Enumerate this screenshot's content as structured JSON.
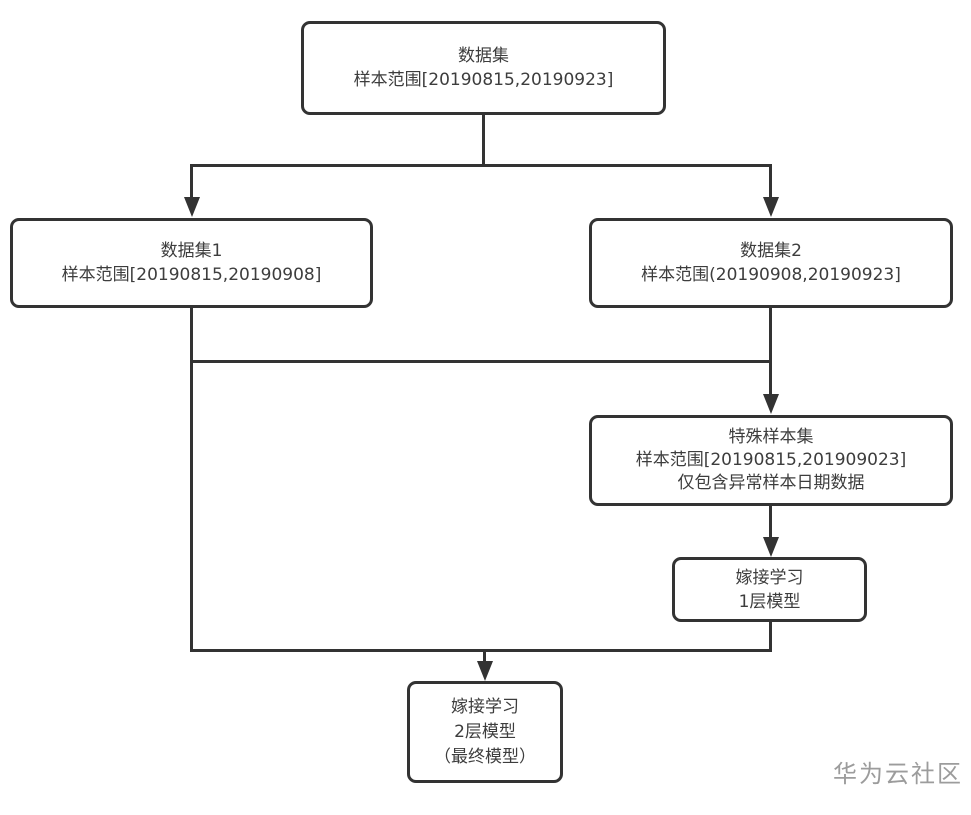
{
  "diagram": {
    "type": "flowchart",
    "nodes": {
      "dataset": {
        "lines": [
          "数据集",
          "样本范围[20190815,20190923]"
        ]
      },
      "dataset1": {
        "lines": [
          "数据集1",
          "样本范围[20190815,20190908]"
        ]
      },
      "dataset2": {
        "lines": [
          "数据集2",
          "样本范围(20190908,20190923]"
        ]
      },
      "special": {
        "lines": [
          "特殊样本集",
          "样本范围[20190815,201909023]",
          "仅包含异常样本日期数据"
        ]
      },
      "graft1": {
        "lines": [
          "嫁接学习",
          "1层模型"
        ]
      },
      "graft2": {
        "lines": [
          "嫁接学习",
          "2层模型",
          "（最终模型）"
        ]
      }
    },
    "edges": [
      {
        "from": "dataset",
        "to": "dataset1",
        "arrow": true
      },
      {
        "from": "dataset",
        "to": "dataset2",
        "arrow": true
      },
      {
        "from": "dataset1",
        "to": "special",
        "arrow": true
      },
      {
        "from": "dataset2",
        "to": "special",
        "arrow": true
      },
      {
        "from": "special",
        "to": "graft1",
        "arrow": true
      },
      {
        "from": "dataset1",
        "to": "graft2",
        "arrow": true
      },
      {
        "from": "graft1",
        "to": "graft2",
        "arrow": true
      }
    ],
    "watermark": "华为云社区",
    "colors": {
      "line": "#333333",
      "text": "#3d3d3d",
      "watermark": "#9c9c9c",
      "background": "#ffffff"
    }
  }
}
